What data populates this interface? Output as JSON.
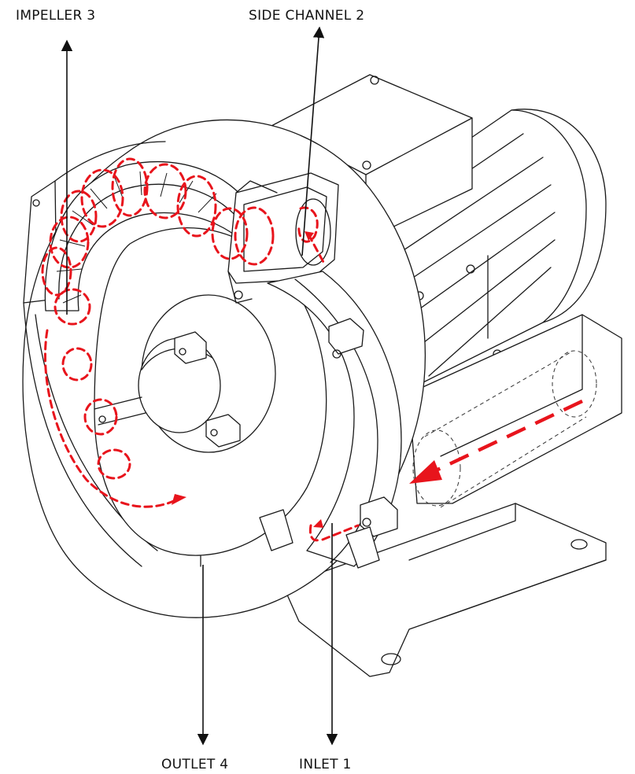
{
  "labels": {
    "impeller": "IMPELLER 3",
    "side_channel": "SIDE CHANNEL 2",
    "outlet": "OUTLET 4",
    "inlet": "INLET 1"
  },
  "colors": {
    "flow": "#e8141c",
    "line": "#1a1a1a",
    "background": "#ffffff"
  }
}
